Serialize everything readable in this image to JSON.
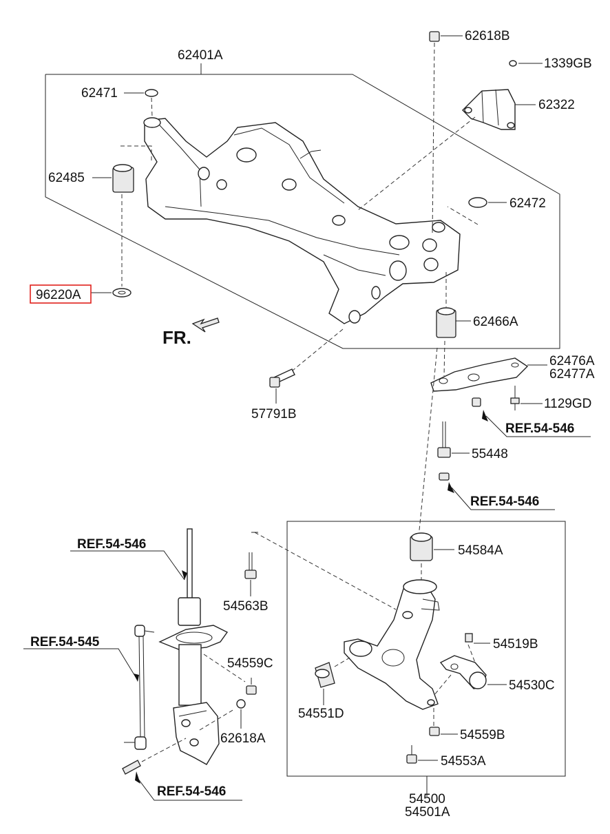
{
  "diagram": {
    "part_numbers": {
      "subframe_assy": "62401A",
      "nut_top": "62618B",
      "nut_small": "1339GB",
      "bracket_top": "62322",
      "stopper_upper_left": "62471",
      "bushing_left": "62485",
      "washer_highlight": "96220A",
      "stopper_upper_right": "62472",
      "bushing_right": "62466A",
      "stay_lh": "62476A",
      "stay_rh": "62477A",
      "bolt_stay": "1129GD",
      "bolt_subframe": "57791B",
      "bolt_long": "55448",
      "bushing_arm_g": "54584A",
      "bolt_strut": "54563B",
      "nut_arm": "54559C",
      "nut_strut": "62618A",
      "bushing_arm_a": "54551D",
      "bolt_ball": "54519B",
      "ball_joint": "54530C",
      "nut_ball": "54559B",
      "bolt_arm": "54553A",
      "arm_lh": "54500",
      "arm_rh": "54501A"
    },
    "references": {
      "ref_stay": "REF.54-546",
      "ref_bolt": "REF.54-546",
      "ref_strut": "REF.54-546",
      "ref_stabilizer": "REF.54-545",
      "ref_knuckle": "REF.54-546"
    },
    "direction_label": "FR.",
    "highlight_color": "#e0201b"
  }
}
